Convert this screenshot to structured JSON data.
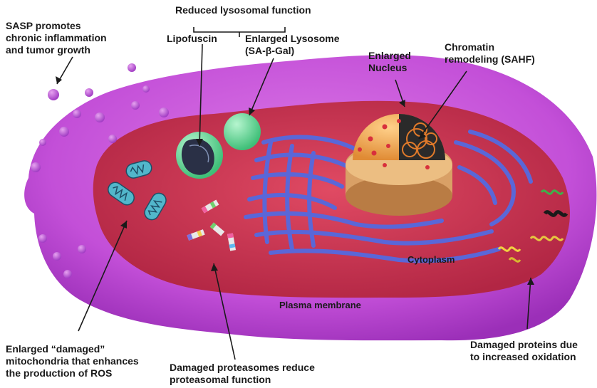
{
  "labels": {
    "sasp": [
      "SASP promotes",
      "chronic inflammation",
      "and tumor growth"
    ],
    "reduced_lysosomal": "Reduced lysosomal function",
    "lipofuscin": "Lipofuscin",
    "enlarged_lysosome": [
      "Enlarged Lysosome",
      "(SA-β-Gal)"
    ],
    "enlarged_nucleus": [
      "Enlarged",
      "Nucleus"
    ],
    "chromatin": [
      "Chromatin",
      "remodeling (SAHF)"
    ],
    "cytoplasm": "Cytoplasm",
    "plasma_membrane": "Plasma membrane",
    "mitochondria": [
      "Enlarged “damaged”",
      "mitochondria that enhances",
      "the production of ROS"
    ],
    "proteasomes": [
      "Damaged proteasomes reduce",
      "proteasomal function"
    ],
    "damaged_proteins": [
      "Damaged proteins due",
      "to increased oxidation"
    ]
  },
  "colors": {
    "membrane": "#c34fd8",
    "cytoplasm": "#c8324f",
    "er": "#5a67d8",
    "lysosome": "#5fd89a",
    "nucleus": "#f2a652",
    "sasp_vesicle": "#b24fd0",
    "mitochondria": "#4fb4c8"
  }
}
